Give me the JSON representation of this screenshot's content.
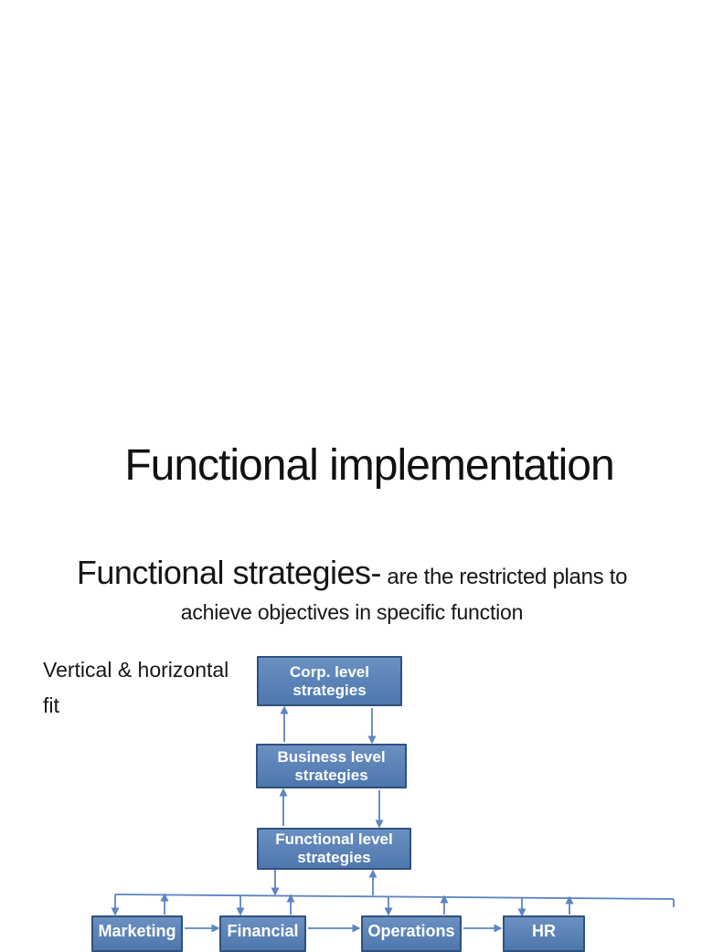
{
  "slide": {
    "title": "Functional implementation",
    "definition": {
      "term": "Functional strategies-",
      "rest": " are the restricted plans to",
      "line2": "achieve objectives in specific function"
    },
    "side_note": "Vertical & horizontal fit"
  },
  "diagram": {
    "colors": {
      "box_fill": "#5b82b5",
      "box_border": "#2f517e",
      "box_text": "#ffffff",
      "arrow": "#5b84c4"
    },
    "levels": [
      {
        "id": "corp",
        "label": "Corp. level strategies"
      },
      {
        "id": "business",
        "label": "Business level strategies"
      },
      {
        "id": "functional",
        "label": "Functional level strategies"
      }
    ],
    "functions": [
      {
        "id": "marketing",
        "label": "Marketing"
      },
      {
        "id": "financial",
        "label": "Financial"
      },
      {
        "id": "operations",
        "label": "Operations"
      },
      {
        "id": "hr",
        "label": "HR"
      }
    ]
  }
}
